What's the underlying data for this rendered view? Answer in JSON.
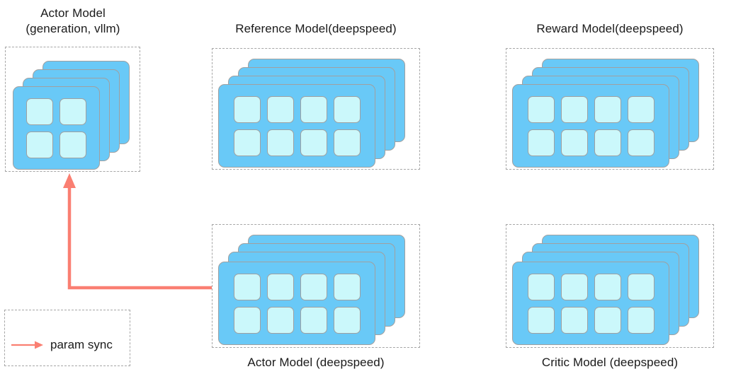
{
  "diagram": {
    "title_text_color": "#1a1a1a",
    "card_color": "#69c9f7",
    "cell_color": "#cbf8fb",
    "card_border_color": "#a0a0a0",
    "group_border_color": "#a6a6a6",
    "arrow_color": "#fa7f72",
    "groups": [
      {
        "id": "actor-vllm",
        "label": "Actor Model\n(generation, vllm)",
        "label_position": "top",
        "stack_count": 4,
        "grid": "2x2",
        "cell_count": 4
      },
      {
        "id": "reference",
        "label": "Reference Model(deepspeed)",
        "label_position": "top",
        "stack_count": 4,
        "grid": "4x2",
        "cell_count": 8
      },
      {
        "id": "reward",
        "label": "Reward Model(deepspeed)",
        "label_position": "top",
        "stack_count": 4,
        "grid": "4x2",
        "cell_count": 8
      },
      {
        "id": "actor-deepspeed",
        "label": "Actor Model (deepspeed)",
        "label_position": "bottom",
        "stack_count": 4,
        "grid": "4x2",
        "cell_count": 8
      },
      {
        "id": "critic",
        "label": "Critic Model (deepspeed)",
        "label_position": "bottom",
        "stack_count": 4,
        "grid": "4x2",
        "cell_count": 8
      }
    ],
    "connections": [
      {
        "id": "param-sync-edge",
        "from": "actor-deepspeed",
        "to": "actor-vllm",
        "kind": "param sync",
        "color": "#fa7f72"
      }
    ],
    "legend": {
      "items": [
        {
          "icon": "arrow-right-icon",
          "label": "param sync",
          "color": "#fa7f72"
        }
      ]
    }
  }
}
